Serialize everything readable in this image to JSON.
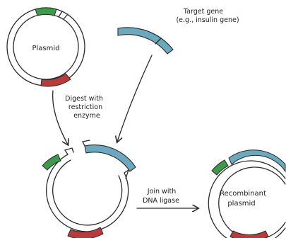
{
  "labels": {
    "plasmid": "Plasmid",
    "target_gene_line1": "Target gene",
    "target_gene_line2": "(e.g., insulin gene)",
    "digest_line1": "Digest with",
    "digest_line2": "restriction",
    "digest_line3": "enzyme",
    "join_line1": "Join with",
    "join_line2": "DNA ligase",
    "recombinant_line1": "Recombinant",
    "recombinant_line2": "plasmid"
  },
  "colors": {
    "marker_green": "#3c9a48",
    "marker_red": "#b83a3a",
    "gene_blue": "#6aa9be",
    "outline": "#2a2a2a"
  }
}
